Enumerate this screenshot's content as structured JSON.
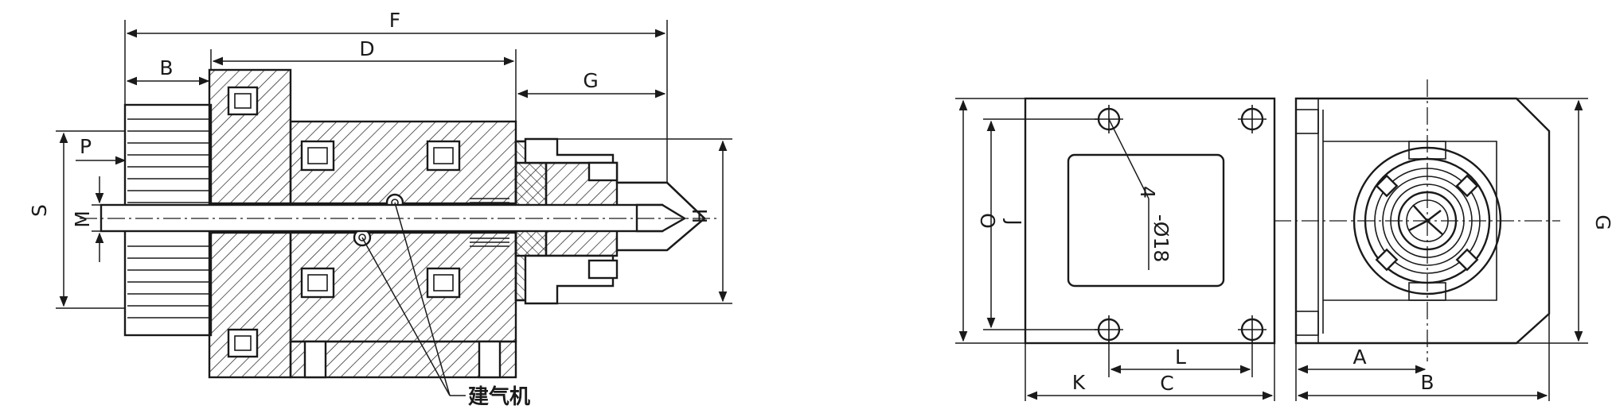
{
  "left_view": {
    "labels": {
      "F": "F",
      "D": "D",
      "B": "B",
      "G": "G",
      "P": "P",
      "S": "S",
      "M": "M",
      "H": "H"
    },
    "annotation": "建气机"
  },
  "right_view": {
    "labels": {
      "O": "O",
      "J": "J",
      "K": "K",
      "C": "C",
      "L": "L",
      "A": "A",
      "B": "B",
      "G": "G"
    },
    "hole_note_count": "4",
    "hole_note_dia": "-Ø18"
  }
}
